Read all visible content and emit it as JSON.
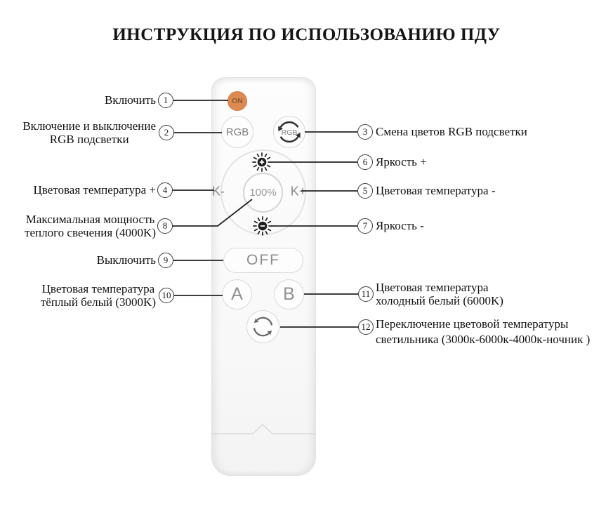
{
  "title": "ИНСТРУКЦИЯ ПО ИСПОЛЬЗОВАНИЮ ПДУ",
  "remote": {
    "accent_color": "#DD8A50",
    "buttons": {
      "on": "ON",
      "rgb": "RGB",
      "rgb_cycle": "RGB",
      "k_minus": "K-",
      "k_plus": "K+",
      "power_center": "100%",
      "off": "OFF",
      "a": "A",
      "b": "B"
    },
    "icons": {
      "brightness_up": "sun-plus",
      "brightness_down": "sun-minus",
      "rgb_cycle": "circular-arrows",
      "temp_cycle": "circular-arrows"
    }
  },
  "callouts": {
    "left": [
      {
        "num": "1",
        "lines": [
          "Включить"
        ]
      },
      {
        "num": "2",
        "lines": [
          "Включение и выключение",
          "RGB подсветки"
        ]
      },
      {
        "num": "4",
        "lines": [
          "Цветовая температура +"
        ]
      },
      {
        "num": "8",
        "lines": [
          "Максимальная мощность",
          "теплого свечения (4000K)"
        ]
      },
      {
        "num": "9",
        "lines": [
          "Выключить"
        ]
      },
      {
        "num": "10",
        "lines": [
          "Цветовая температура",
          "тёплый белый (3000K)"
        ]
      }
    ],
    "right": [
      {
        "num": "3",
        "lines": [
          "Смена цветов RGB подсветки"
        ]
      },
      {
        "num": "6",
        "lines": [
          "Яркость +"
        ]
      },
      {
        "num": "5",
        "lines": [
          "Цветовая температура -"
        ]
      },
      {
        "num": "7",
        "lines": [
          "Яркость -"
        ]
      },
      {
        "num": "11",
        "lines": [
          "Цветовая температура",
          "холодный белый (6000K)"
        ]
      },
      {
        "num": "12",
        "lines": [
          "Переключение цветовой температуры",
          "светильника  (3000к-6000к-4000к-ночник )"
        ]
      }
    ]
  }
}
